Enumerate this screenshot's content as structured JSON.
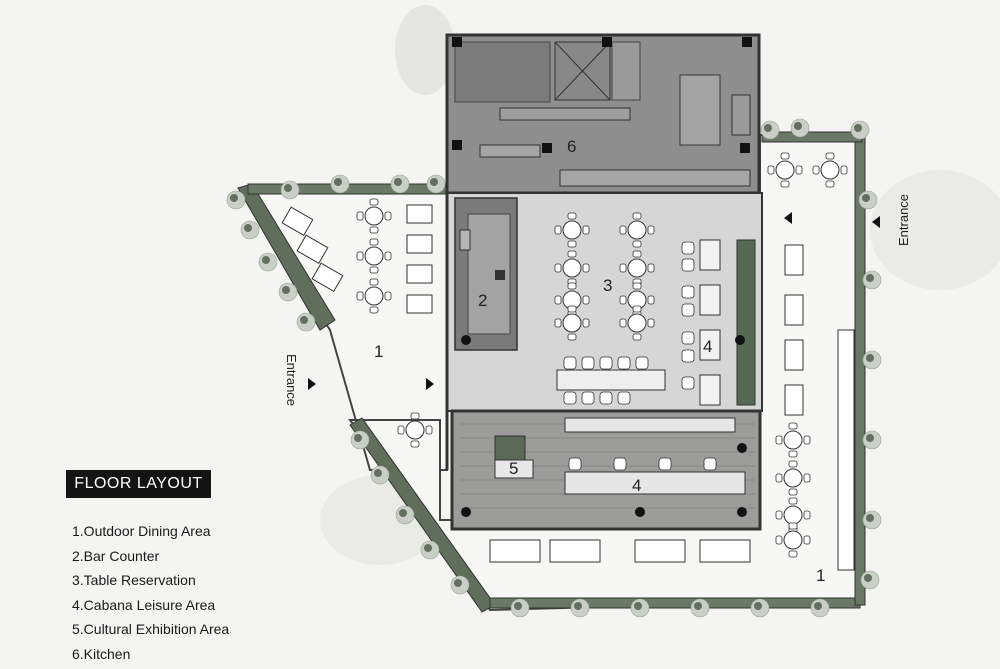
{
  "legend": {
    "title": "FLOOR LAYOUT",
    "items": [
      "1.Outdoor Dining Area",
      "2.Bar Counter",
      "3.Table Reservation",
      "4.Cabana Leisure Area",
      "5.Cultural Exhibition Area",
      "6.Kitchen"
    ]
  },
  "zones": {
    "outdoor_west": "1",
    "outdoor_east": "1",
    "bar": "2",
    "reservation": "3",
    "cabana_east": "4",
    "cabana_south": "4",
    "exhibition": "5",
    "kitchen": "6"
  },
  "entrances": {
    "west": "Entrance",
    "east": "Entrance"
  },
  "colors": {
    "wall": "#3a3a3a",
    "kitchen_fill": "#8e8e8e",
    "dining_fill": "#d6d6d6",
    "deck_fill": "#9c9c9a",
    "outdoor_fill": "#f7f7f5",
    "planter": "#556a52",
    "legend_bg": "#141414"
  }
}
